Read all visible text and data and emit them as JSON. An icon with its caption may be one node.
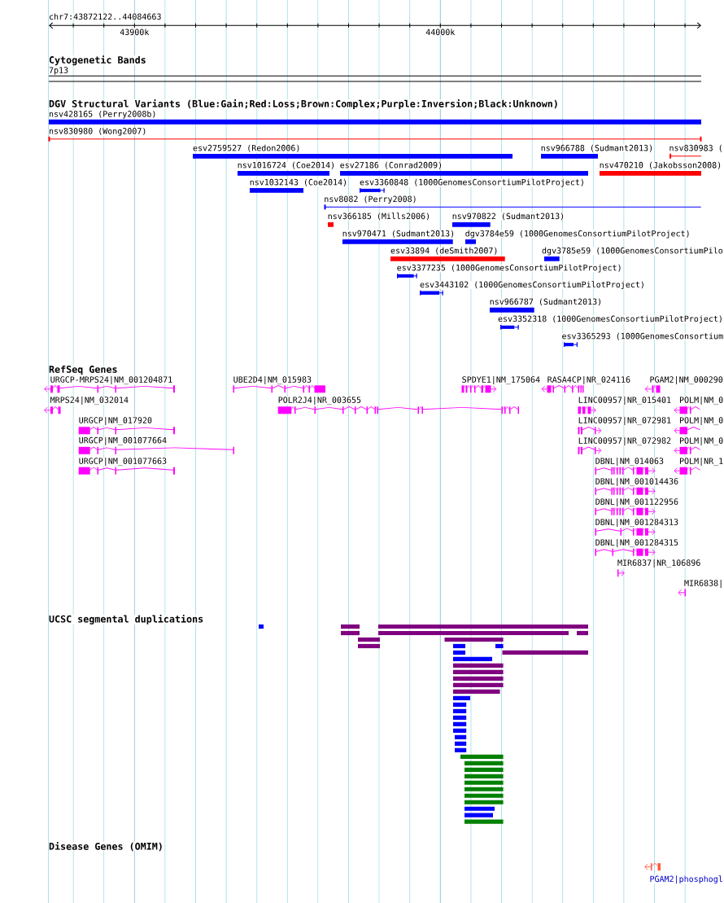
{
  "diagram": {
    "labels": [
      "chr7:43872122..44084663",
      "43900k",
      "44000k",
      "Cytogenetic Bands",
      "7p13",
      "DGV Structural Variants (Blue:Gain;Red:Loss;Brown:Complex;Purple:Inversion;Black:Unknown)",
      "nsv428165 (Perry2008b)",
      "nsv830980 (Wong2007)",
      "esv2759527 (Redon2006)",
      "nsv966788 (Sudmant2013)",
      "nsv830983 (",
      "nsv1016724 (Coe2014)",
      "esv27186 (Conrad2009)",
      "nsv470210 (Jakobsson2008)",
      "nsv1032143 (Coe2014)",
      "esv3360848 (1000GenomesConsortiumPilotProject)",
      "nsv8082 (Perry2008)",
      "nsv366185 (Mills2006)",
      "nsv970822 (Sudmant2013)",
      "nsv970471 (Sudmant2013)",
      "dgv3784e59 (1000GenomesConsortiumPilotProject)",
      "esv33894 (deSmith2007)",
      "dgv3785e59 (1000GenomesConsortiumPilo",
      "esv3377235 (1000GenomesConsortiumPilotProject)",
      "esv3443102 (1000GenomesConsortiumPilotProject)",
      "nsv966787 (Sudmant2013)",
      "esv3352318 (1000GenomesConsortiumPilotProject)",
      "esv3365293 (1000GenomesConsortium",
      "RefSeq Genes",
      "URGCP-MRPS24|NM_001204871",
      "UBE2D4|NM_015983",
      "SPDYE1|NM_175064",
      "RASA4CP|NR_024116",
      "PGAM2|NM_000290",
      "MRPS24|NM_032014",
      "POLR2J4|NR_003655",
      "LINC00957|NR_015401",
      "POLM|NM_0",
      "URGCP|NM_017920",
      "LINC00957|NR_072981",
      "POLM|NM_0",
      "URGCP|NM_001077664",
      "LINC00957|NR_072982",
      "POLM|NM_0",
      "URGCP|NM_001077663",
      "DBNL|NM_014063",
      "POLM|NR_1",
      "DBNL|NM_001014436",
      "DBNL|NM_001122956",
      "DBNL|NM_001284313",
      "DBNL|NM_001284315",
      "MIR6837|NR_106896",
      "MIR6838|",
      "UCSC segmental duplications",
      "Disease Genes (OMIM)",
      "PGAM2|phosphogl"
    ]
  }
}
